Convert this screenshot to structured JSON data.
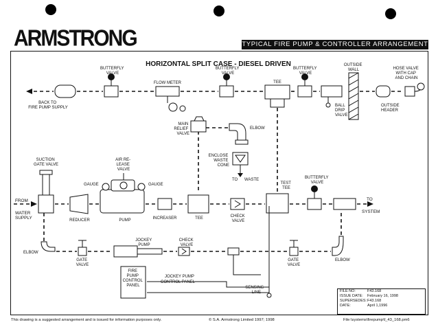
{
  "brand": "ARMSTRONG",
  "banner": "TYPICAL FIRE PUMP & CONTROLLER ARRANGEMENT",
  "diagram_title": "HORIZONTAL SPLIT CASE - DIESEL DRIVEN",
  "labels": {
    "back_to_supply": [
      "BACK TO",
      "FIRE PUMP SUPPLY"
    ],
    "butterfly_valve_1": [
      "BUTTERFLY",
      "VALVE"
    ],
    "flow_meter": "FLOW METER",
    "butterfly_valve_2": [
      "BUTTERFLY",
      "VALVE"
    ],
    "tee_top": "TEE",
    "butterfly_valve_3": [
      "BUTTERFLY",
      "VALVE"
    ],
    "outside_wall": [
      "OUTSIDE",
      "WALL"
    ],
    "hose_valve": [
      "HOSE VALVE",
      "WITH CAP",
      "AND CHAIN"
    ],
    "ball_drip_valve": [
      "BALL",
      "DRIP",
      "VALVE"
    ],
    "outside_header": [
      "OUTSIDE",
      "HEADER"
    ],
    "main_relief_valve": [
      "MAIN",
      "RELIEF",
      "VALVE"
    ],
    "elbow_top": "ELBOW",
    "enclose_waste_cone": [
      "ENCLOSE",
      "WASTE",
      "CONE"
    ],
    "to_waste": "TO",
    "waste": "WASTE",
    "suction_gate_valve": [
      "SUCTION",
      "GATE VALVE"
    ],
    "air_release_valve": [
      "AIR RE-",
      "LEASE",
      "VALVE"
    ],
    "gauge_left": "GAUGE",
    "gauge_right": "GAUGE",
    "test_tee": [
      "TEST",
      "TEE"
    ],
    "butterfly_valve_4": [
      "BUTTERFLY",
      "VALVE"
    ],
    "from_water_supply": [
      "FROM",
      "WATER",
      "SUPPLY"
    ],
    "to_system": [
      "TO",
      "SYSTEM"
    ],
    "reducer": "REDUCER",
    "pump": "PUMP",
    "increaser": "INCREASER",
    "tee_mid": "TEE",
    "check_valve": [
      "CHECK",
      "VALVE"
    ],
    "elbow_left": "ELBOW",
    "jockey_pump": [
      "JOCKEY",
      "PUMP"
    ],
    "check_valve_2": [
      "CHECK",
      "VALVE"
    ],
    "gate_valve_left": [
      "GATE",
      "VALVE"
    ],
    "gate_valve_right": [
      "GATE",
      "VALVE"
    ],
    "elbow_right": "ELBOW",
    "fire_pump_control_panel": [
      "FIRE",
      "PUMP",
      "CONTROL",
      "PANEL"
    ],
    "jockey_pump_control_panel": [
      "JOCKEY PUMP",
      "CONTROL PANEL"
    ],
    "sensing_line": [
      "SENSING",
      "LINE"
    ]
  },
  "info_box": [
    {
      "key": "FILE NO:",
      "value": "F43.168"
    },
    {
      "key": "ISSUE DATE:",
      "value": "February 16, 1998"
    },
    {
      "key": "SUPERSEDES:",
      "value": "F43.168"
    },
    {
      "key": "DATE:",
      "value": "April 1,1996"
    }
  ],
  "footer": {
    "disclaimer": "This drawing is a suggested arrangement and is issued for information purposes only.",
    "copyright": "© S.A. Armstrong Limited 1997; 1998",
    "file_path": "File:\\systems\\firepump\\f_43_168.pm6"
  }
}
